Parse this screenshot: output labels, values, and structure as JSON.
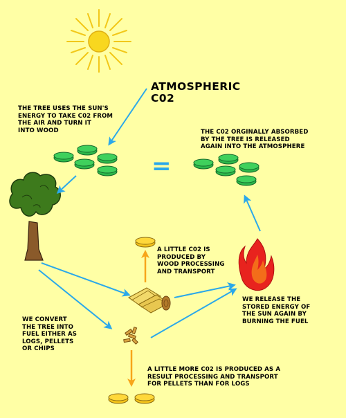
{
  "diagram": {
    "title": "ATMOSPHERIC\nC02",
    "equals_sign": "=",
    "labels": {
      "tree_absorbs": "THE TREE  USES THE SUN'S\nENERGY TO TAKE C02 FROM\nTHE AIR AND TURN IT\nINTO WOOD",
      "co2_released": "THE C02 ORGINALLY ABSORBED\nBY THE TREE IS RELEASED\nAGAIN INTO THE ATMOSPHERE",
      "processing_co2": "A LITTLE C02 IS\nPRODUCED BY\nWOOD PROCESSING\nAND TRANSPORT",
      "burning": "WE RELEASE THE\nSTORED ENERGY OF\nTHE SUN AGAIN BY\nBURNING THE FUEL",
      "convert": "WE CONVERT\nTHE TREE INTO\nFUEL EITHER AS\nLOGS, PELLETS\nOR CHIPS",
      "pellets_co2": "A LITTLE MORE C02 IS PRODUCED AS A\nRESULT  PROCESSING AND TRANSPORT\nFOR PELLETS THAN FOR LOGS"
    },
    "colors": {
      "background": "#ffffa5",
      "co2_token": "#2db84a",
      "processing_token": "#f5c41a",
      "blue_arrow": "#2aa8ea",
      "orange_arrow": "#f7a51a",
      "sun": "#f8d71f",
      "flame": "#e8231e",
      "tree_canopy": "#3d7a1c",
      "tree_trunk": "#8a5a2a"
    },
    "icons": [
      "sun-icon",
      "tree-icon",
      "flame-icon",
      "logs-icon",
      "pellets-icon",
      "co2-token-icon"
    ]
  }
}
